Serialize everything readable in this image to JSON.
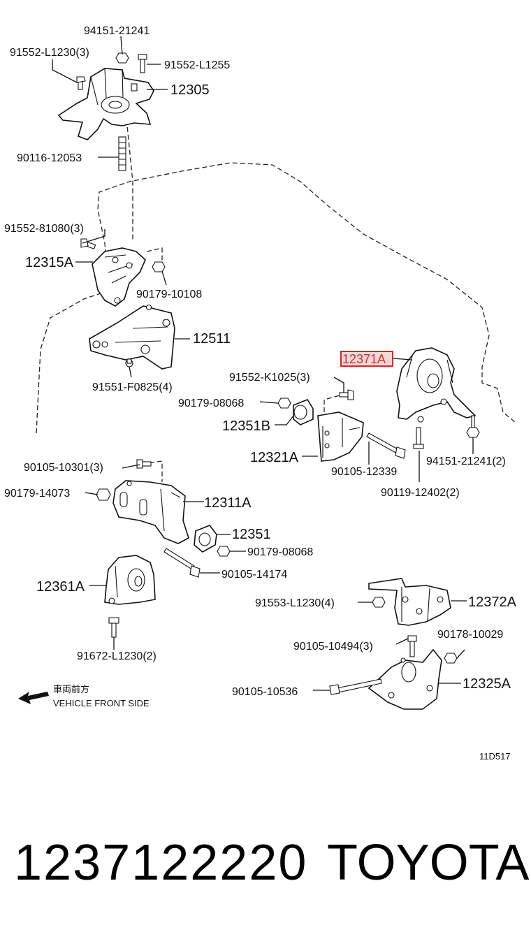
{
  "diagram": {
    "labels": {
      "p94151_top": "94151-21241",
      "p91552_L1230": "91552-L1230(3)",
      "p91552_L1255": "91552-L1255",
      "p12305": "12305",
      "p90116": "90116-12053",
      "p91552_81080": "91552-81080(3)",
      "p12315A": "12315A",
      "p90179_10108": "90179-10108",
      "p12511": "12511",
      "p91551": "91551-F0825(4)",
      "p91552_K1025": "91552-K1025(3)",
      "p90179_08068_a": "90179-08068",
      "p12351B": "12351B",
      "p12321A": "12321A",
      "p90105_12339": "90105-12339",
      "p12371A": "12371A",
      "p94151_21241_2": "94151-21241(2)",
      "p90119": "90119-12402(2)",
      "p90105_10301": "90105-10301(3)",
      "p90179_14073": "90179-14073",
      "p12311A": "12311A",
      "p12351": "12351",
      "p90179_08068_b": "90179-08068",
      "p90105_14174": "90105-14174",
      "p12361A": "12361A",
      "p91553": "91553-L1230(4)",
      "p12372A": "12372A",
      "p90105_10494": "90105-10494(3)",
      "p90178": "90178-10029",
      "p91672": "91672-L1230(2)",
      "p90105_10536": "90105-10536",
      "p12325A": "12325A",
      "front_jp": "車両前方",
      "front_en": "VEHICLE FRONT SIDE",
      "code": "11D517"
    },
    "highlight_color": "#d4262c"
  },
  "footer": {
    "part_number": "1237122220",
    "brand": "TOYOTA"
  }
}
